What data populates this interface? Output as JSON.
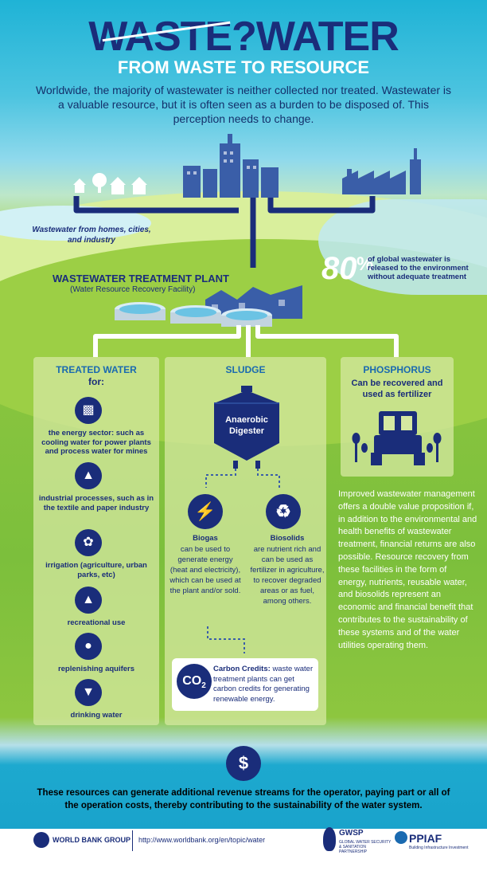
{
  "header": {
    "title": "WASTE?WATER",
    "subtitle": "FROM WASTE TO RESOURCE",
    "intro": "Worldwide, the majority of wastewater is neither collected nor treated. Wastewater is a valuable resource, but it is often seen as a burden to be disposed of. This perception needs to change."
  },
  "scene": {
    "wastewater_label": "Wastewater from homes, cities, and industry",
    "stat_value": "80",
    "stat_unit": "%",
    "stat_text": "of global wastewater is released to the environment without adequate treatment",
    "plant_title": "WASTEWATER TREATMENT PLANT",
    "plant_subtitle": "(Water Resource Recovery Facility)"
  },
  "treated": {
    "title": "TREATED WATER",
    "for_label": "for:",
    "items": [
      {
        "text": "the energy sector: such as cooling water for power plants and process water for mines",
        "icon": "power-plant-icon"
      },
      {
        "text": "industrial processes, such as in the textile and paper industry",
        "icon": "factory-icon"
      },
      {
        "text": "irrigation (agriculture, urban parks, etc)",
        "icon": "plant-icon"
      },
      {
        "text": "recreational use",
        "icon": "fountain-icon"
      },
      {
        "text": "replenishing aquifers",
        "icon": "water-drop-icon"
      },
      {
        "text": "drinking water",
        "icon": "faucet-icon"
      }
    ]
  },
  "sludge": {
    "title": "SLUDGE",
    "digester": "Anaerobic Digester",
    "biogas_title": "Biogas",
    "biogas_text": "can be used to generate energy (heat and electricity), which can be used at the plant and/or sold.",
    "biosolids_title": "Biosolids",
    "biosolids_text": "are nutrient rich and can be used as fertilizer in agriculture, to recover degraded areas or as fuel, among others.",
    "co2_label": "CO",
    "co2_sub": "2",
    "carbon_title": "Carbon Credits:",
    "carbon_text": "waste water treatment plants can get carbon credits for generating renewable energy."
  },
  "phosphorus": {
    "title": "PHOSPHORUS",
    "text": "Can be recovered and used as fertilizer"
  },
  "improve_text": "Improved wastewater management offers a double value proposition if, in addition to the environmental and health benefits of wastewater treatment, financial returns are also possible. Resource recovery from these facilities in the form of energy, nutrients, reusable water, and biosolids represent an economic and financial benefit that contributes to the sustainability of these systems and of the water utilities operating them.",
  "dollar_symbol": "$",
  "bottom_text": "These resources can generate additional revenue streams for the operator, paying part or all of the operation costs, thereby contributing to the sustainability of the water system.",
  "footer": {
    "org": "WORLD BANK GROUP",
    "url": "http://www.worldbank.org/en/topic/water",
    "gwsp": "GWSP",
    "gwsp_sub": "GLOBAL WATER SECURITY & SANITATION PARTNERSHIP",
    "ppiaf": "PPIAF",
    "ppiaf_sub": "Building Infrastructure Investment"
  },
  "colors": {
    "navy": "#1a2d7a",
    "blue_title": "#1a6ab0",
    "sky": "#1fb3d6",
    "grass": "#8cc63f"
  }
}
